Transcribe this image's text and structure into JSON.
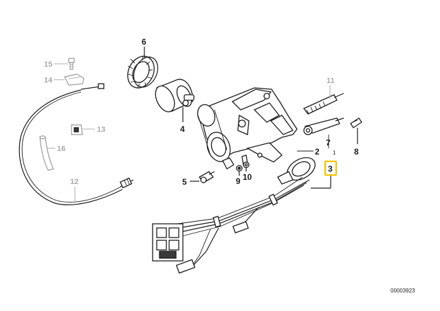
{
  "diagram": {
    "image_code": "00003923",
    "highlighted_part": "3",
    "callouts": [
      {
        "id": "p1",
        "label": "1"
      },
      {
        "id": "p2",
        "label": "2"
      },
      {
        "id": "p3",
        "label": "3"
      },
      {
        "id": "p4",
        "label": "4"
      },
      {
        "id": "p5",
        "label": "5"
      },
      {
        "id": "p6",
        "label": "6"
      },
      {
        "id": "p7",
        "label": "7"
      },
      {
        "id": "p8",
        "label": "8"
      },
      {
        "id": "p9",
        "label": "9"
      },
      {
        "id": "p10",
        "label": "10"
      },
      {
        "id": "p11",
        "label": "11"
      },
      {
        "id": "p12",
        "label": "12"
      },
      {
        "id": "p13",
        "label": "13"
      },
      {
        "id": "p14",
        "label": "14"
      },
      {
        "id": "p15",
        "label": "15"
      },
      {
        "id": "p16",
        "label": "16"
      }
    ],
    "colors": {
      "highlight": "#f2c100",
      "active_label": "#1a1a1a",
      "inactive_label": "#a8a8a8"
    }
  }
}
